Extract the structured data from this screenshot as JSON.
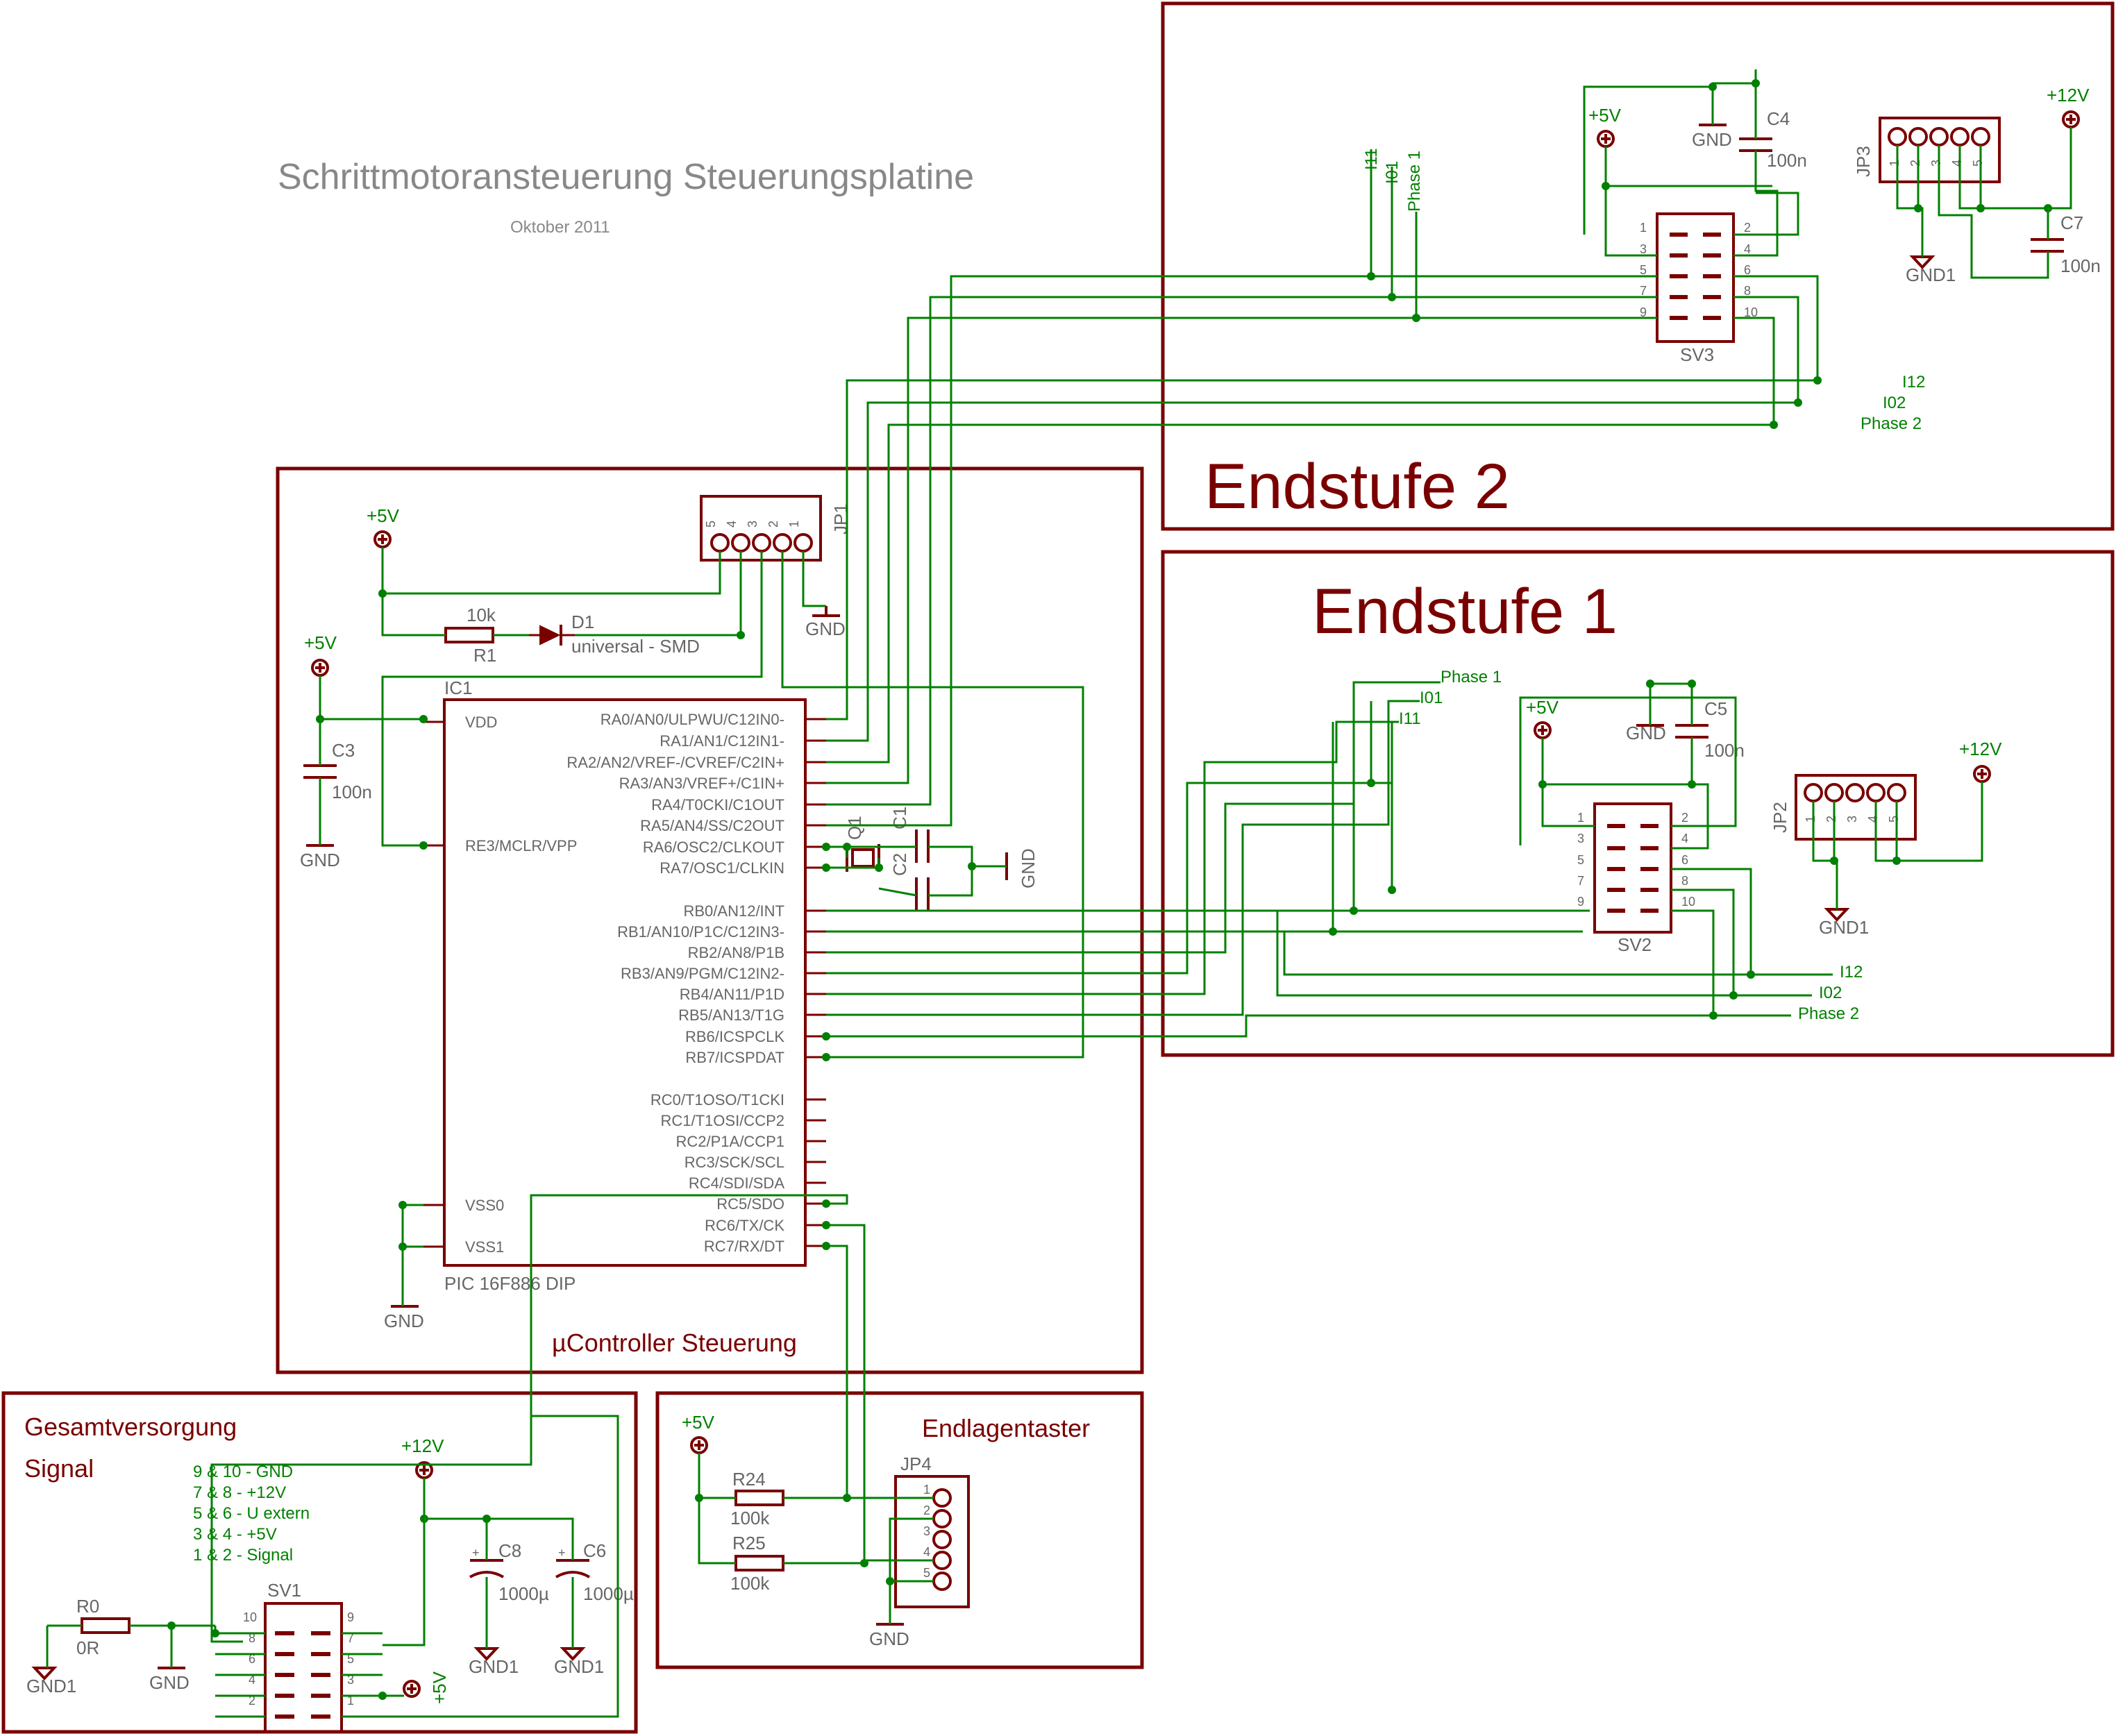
{
  "title": "Schrittmotoransteuerung Steuerungsplatine",
  "date": "Oktober 2011",
  "sections": {
    "endstufe2": "Endstufe 2",
    "endstufe1": "Endstufe 1",
    "controller": "µController Steuerung",
    "supply_title": "Gesamtversorgung",
    "supply_sub": "Signal",
    "endlagen": "Endlagentaster"
  },
  "legend": [
    "9 & 10 - GND",
    "7 & 8 - +12V",
    "5 & 6 - U extern",
    "3 & 4 - +5V",
    "1 & 2 - Signal"
  ],
  "ic": {
    "name": "IC1",
    "type": "PIC 16F886 DIP",
    "left_pins": [
      "VDD",
      "RE3/MCLR/VPP",
      "VSS0",
      "VSS1"
    ],
    "right_pins": [
      "RA0/AN0/ULPWU/C12IN0-",
      "RA1/AN1/C12IN1-",
      "RA2/AN2/VREF-/CVREF/C2IN+",
      "RA3/AN3/VREF+/C1IN+",
      "RA4/T0CKI/C1OUT",
      "RA5/AN4/SS/C2OUT",
      "RA6/OSC2/CLKOUT",
      "RA7/OSC1/CLKIN",
      "RB0/AN12/INT",
      "RB1/AN10/P1C/C12IN3-",
      "RB2/AN8/P1B",
      "RB3/AN9/PGM/C12IN2-",
      "RB4/AN11/P1D",
      "RB5/AN13/T1G",
      "RB6/ICSPCLK",
      "RB7/ICSPDAT",
      "RC0/T1OSO/T1CKI",
      "RC1/T1OSI/CCP2",
      "RC2/P1A/CCP1",
      "RC3/SCK/SCL",
      "RC4/SDI/SDA",
      "RC5/SDO",
      "RC6/TX/CK",
      "RC7/RX/DT"
    ]
  },
  "parts": {
    "R1": "R1",
    "R1_val": "10k",
    "D1": "D1",
    "D1_val": "universal - SMD",
    "C3": "C3",
    "C3_val": "100n",
    "C1": "C1",
    "C2": "C2",
    "Q1": "Q1",
    "JP1": "JP1",
    "JP2": "JP2",
    "JP3": "JP3",
    "JP4": "JP4",
    "C4": "C4",
    "C4_val": "100n",
    "C5": "C5",
    "C5_val": "100n",
    "C7": "C7",
    "C7_val": "100n",
    "SV1": "SV1",
    "SV2": "SV2",
    "SV3": "SV3",
    "R0": "R0",
    "R0_val": "0R",
    "C8": "C8",
    "C8_val": "1000µ",
    "C6": "C6",
    "C6_val": "1000µ",
    "R24": "R24",
    "R24_val": "100k",
    "R25": "R25",
    "R25_val": "100k"
  },
  "supply_labels": {
    "p5v": "+5V",
    "p12v": "+12V",
    "gnd": "GND",
    "gnd1": "GND1"
  },
  "nets": {
    "I11": "I11",
    "I01": "I01",
    "phase1": "Phase 1",
    "I12": "I12",
    "I02": "I02",
    "phase2": "Phase 2"
  },
  "pin_numbers": {
    "n1": "1",
    "n2": "2",
    "n3": "3",
    "n4": "4",
    "n5": "5",
    "n6": "6",
    "n7": "7",
    "n8": "8",
    "n9": "9",
    "n10": "10"
  }
}
